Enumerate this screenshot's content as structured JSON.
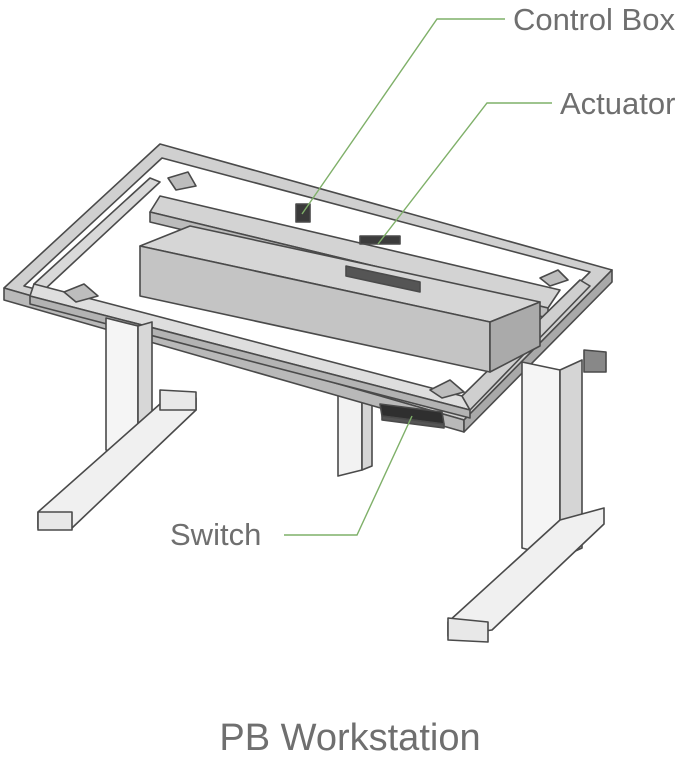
{
  "diagram": {
    "product_name": "PB Workstation",
    "callouts": {
      "control_box": "Control Box",
      "actuator": "Actuator",
      "switch": "Switch"
    }
  },
  "colors": {
    "leader_line": "#7fb069",
    "label_text": "#6f6f6f",
    "frame_fill": "#dcdcdc",
    "frame_dark": "#b9b9b9",
    "outline": "#4a4a4a"
  }
}
